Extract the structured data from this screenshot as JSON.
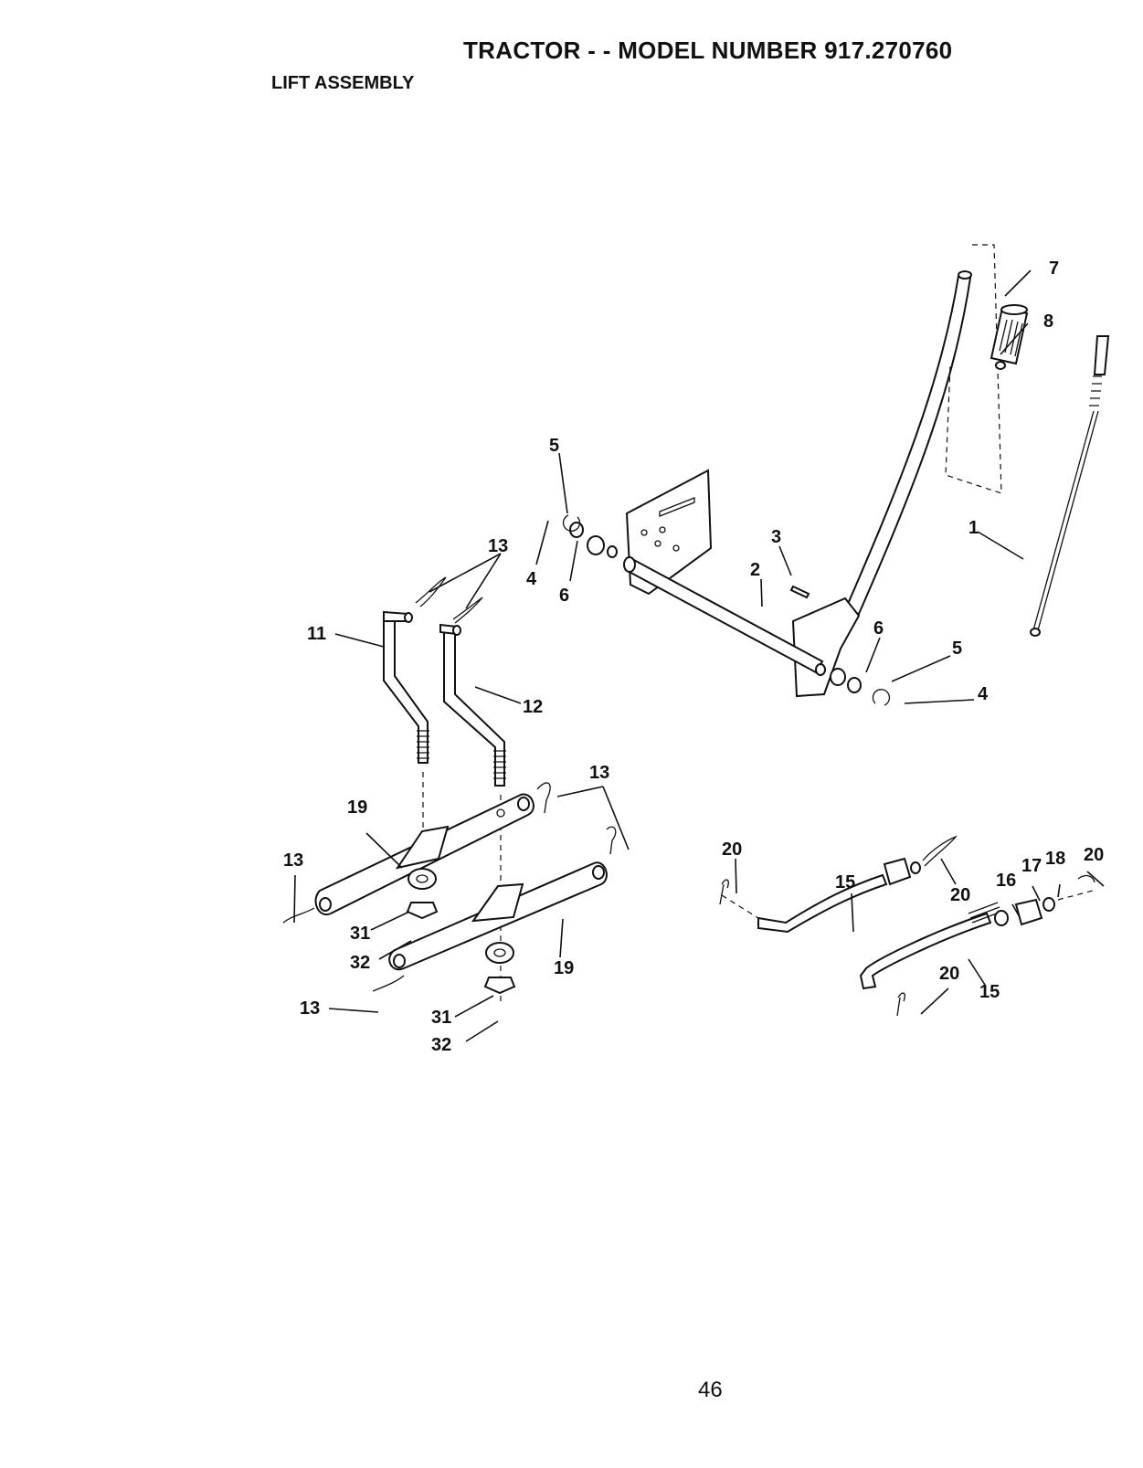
{
  "header": {
    "title": "TRACTOR - - MODEL NUMBER 917.270760",
    "section": "LIFT ASSEMBLY"
  },
  "footer": {
    "page_number": "46"
  },
  "diagram": {
    "callouts": [
      "7",
      "8",
      "1",
      "5",
      "4",
      "6",
      "13",
      "4",
      "6",
      "3",
      "2",
      "6",
      "5",
      "4",
      "11",
      "12",
      "13",
      "19",
      "13",
      "31",
      "32",
      "19",
      "13",
      "31",
      "32",
      "20",
      "15",
      "20",
      "16",
      "17",
      "18",
      "20",
      "20",
      "15"
    ]
  }
}
